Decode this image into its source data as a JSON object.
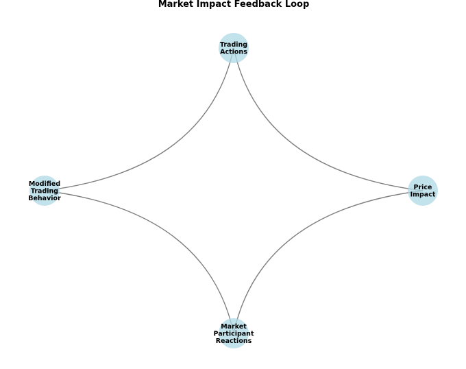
{
  "title": "Market Impact Feedback Loop",
  "colors": {
    "node_fill": "#add8e6",
    "edge": "#808080",
    "text": "#000000",
    "background": "#ffffff"
  },
  "nodes": [
    {
      "id": "trading-actions",
      "lines": [
        "Trading",
        "Actions"
      ]
    },
    {
      "id": "price-impact",
      "lines": [
        "Price",
        "Impact"
      ]
    },
    {
      "id": "market-participant-reactions",
      "lines": [
        "Market",
        "Participant",
        "Reactions"
      ]
    },
    {
      "id": "modified-trading-behavior",
      "lines": [
        "Modified",
        "Trading",
        "Behavior"
      ]
    }
  ],
  "edges": [
    {
      "from": "trading-actions",
      "to": "price-impact"
    },
    {
      "from": "price-impact",
      "to": "market-participant-reactions"
    },
    {
      "from": "market-participant-reactions",
      "to": "modified-trading-behavior"
    },
    {
      "from": "modified-trading-behavior",
      "to": "trading-actions"
    }
  ]
}
